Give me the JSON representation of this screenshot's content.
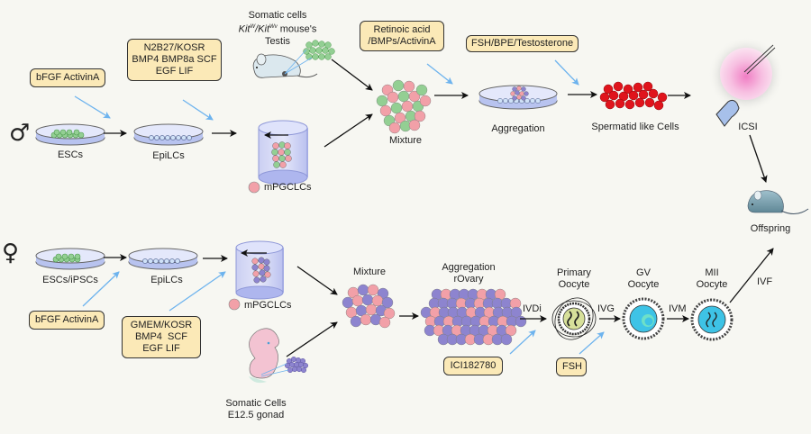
{
  "male_row": {
    "symbol": "♂",
    "factor_boxes": {
      "esc_to_epilc": "bFGF ActivinA",
      "epilc_to_pgclc": [
        "N2B27/KOSR",
        "BMP4 BMP8a SCF",
        "EGF LIF"
      ],
      "aggregation": [
        "Retinoic acid",
        "/BMPs/ActivinA"
      ],
      "spermatid": "FSH/BPE/Testosterone"
    },
    "labels": {
      "escs": "ESCs",
      "epilcs": "EpiLCs",
      "mpgclcs": "mPGCLCs",
      "somatic_line1": "Somatic cells",
      "somatic_kit1": "Kit",
      "somatic_sup1": "W",
      "somatic_kit2": "/Kit",
      "somatic_sup2": "Wv",
      "somatic_suffix": " mouse's",
      "somatic_line3": "Testis",
      "mixture": "Mixture",
      "aggregation": "Aggregation",
      "spermatid": "Spermatid like Cells",
      "icsi": "ICSI"
    }
  },
  "female_row": {
    "symbol": "♀",
    "factor_boxes": {
      "esc_to_epilc": "bFGF ActivinA",
      "epilc_to_pgclc": [
        "GMEM/KOSR",
        "BMP4  SCF",
        "EGF LIF"
      ],
      "ivdi": "ICI182780",
      "ivg": "FSH"
    },
    "labels": {
      "escs": "ESCs/iPSCs",
      "epilcs": "EpiLCs",
      "mpgclcs": "mPGCLCs",
      "somatic_line1": "Somatic Cells",
      "somatic_line2": "E12.5 gonad",
      "mixture": "Mixture",
      "aggregation_line1": "Aggregation",
      "aggregation_line2": "rOvary",
      "primary_line1": "Primary",
      "primary_line2": "Oocyte",
      "gv_line1": "GV",
      "gv_line2": "Oocyte",
      "mii_line1": "MII",
      "mii_line2": "Oocyte"
    },
    "step_labels": {
      "ivdi": "IVDi",
      "ivg": "IVG",
      "ivm": "IVM",
      "ivf": "IVF"
    }
  },
  "offspring": "Offspring",
  "colors": {
    "background": "#f7f7f2",
    "factor_box_fill": "#fbe9b7",
    "pgclc_pink": "#f2a0a8",
    "somatic_green": "#93cf93",
    "female_somatic_purple": "#8d84cf",
    "spermatid_red": "#e0141c",
    "blue_arrow": "#6db3ee",
    "dish_blue": "#b8c3ef",
    "oocyte_cyan": "#3ec3e6",
    "primary_oocyte_yellow": "#d7e09a"
  }
}
